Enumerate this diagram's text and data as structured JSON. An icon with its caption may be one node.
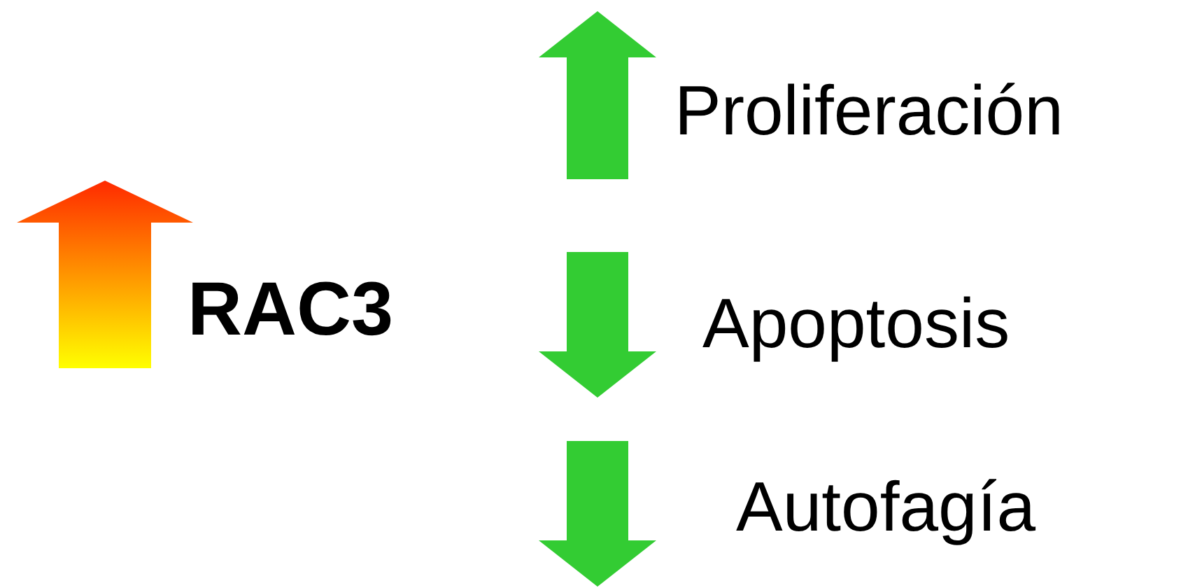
{
  "diagram": {
    "labels": [
      "RAC3",
      "Proliferación",
      "Apoptosis",
      "Autofagía"
    ]
  }
}
